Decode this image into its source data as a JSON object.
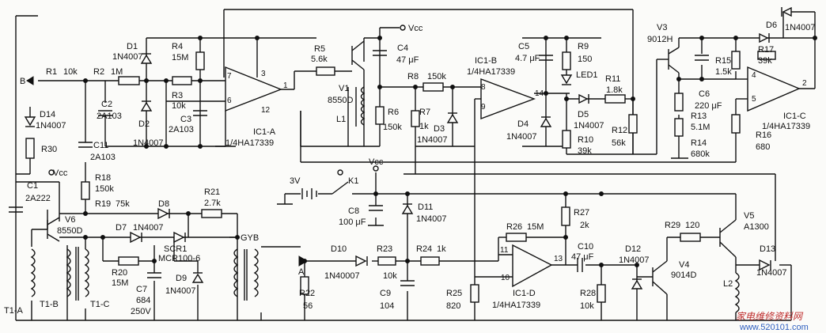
{
  "labels": {
    "B": "B",
    "R1": "R1",
    "R1v": "10k",
    "R2": "R2",
    "R2v": "1M",
    "D1": "D1",
    "D1v": "1N4007",
    "R4": "R4",
    "R4v": "15M",
    "R3": "R3",
    "R3v": "10k",
    "C2": "C2",
    "C2v": "2A103",
    "D2": "D2",
    "C3": "C3",
    "C3v": "2A103",
    "D2v": "1N4007",
    "ic1a": "IC1-A",
    "ic1av": "1/4HA17339",
    "p7": "7",
    "p6": "6",
    "p3": "3",
    "p1": "1",
    "p12": "12",
    "R5": "R5",
    "R5v": "5.6k",
    "V1": "V1",
    "V1v": "8550D",
    "L1": "L1",
    "vcc1": "Vcc",
    "C4": "C4",
    "C4v": "47 μF",
    "R6": "R6",
    "R6v": "150k",
    "R8": "R8",
    "R8v": "150k",
    "R7": "R7",
    "R7v": "1k",
    "D3": "D3",
    "D3v": "1N4007",
    "C5": "C5",
    "C5v": "4.7 μF",
    "ic1b": "IC1-B",
    "ic1bv": "1/4HA17339",
    "p8": "8",
    "p9": "9",
    "p14": "14",
    "D4": "D4",
    "D4v": "1N4007",
    "R9": "R9",
    "R9v": "150",
    "LED1": "LED1",
    "R11": "R11",
    "R11v": "1.8k",
    "D5": "D5",
    "D5v": "1N4007",
    "R10": "R10",
    "R10v": "39k",
    "R12": "R12",
    "R12v": "56k",
    "V3": "V3",
    "V3v": "9012H",
    "D6": "D6",
    "D6top": "1N4007",
    "R15": "R15",
    "R15v": "1.5k",
    "R17": "R17",
    "R17v": "39k",
    "C6": "C6",
    "C6v": "220 μF",
    "R13": "R13",
    "R13v": "5.1M",
    "R14": "R14",
    "R14v": "680k",
    "p4": "4",
    "p5": "5",
    "p2": "2",
    "R16": "R16",
    "R16v": "680",
    "ic1c": "IC1-C",
    "ic1cv": "1/4HA17339",
    "D14": "D14",
    "D14v": "1N4007",
    "R30": "R30",
    "C11": "C11",
    "C11v": "2A103",
    "vcc2": "Vcc",
    "C1": "C1",
    "C1v": "2A222",
    "R18": "R18",
    "R18v": "150k",
    "R19": "R19",
    "R19v": "75k",
    "D8": "D8",
    "R21": "R21",
    "R21v": "2.7k",
    "V6": "V6",
    "V6v": "8550D",
    "D7": "D7",
    "D7v": "1N4007",
    "SCR1": "SCR1",
    "SCR1v": "MCR100-6",
    "R20": "R20",
    "R20v": "15M",
    "C7": "C7",
    "C7v": "684",
    "C7v2": "250V",
    "D9": "D9",
    "D9v": "1N4007",
    "GYB": "GYB",
    "T1A": "T1-A",
    "T1B": "T1-B",
    "T1C": "T1-C",
    "bat": "3V",
    "K1": "K1",
    "vcc3": "Vcc",
    "C8": "C8",
    "C8v": "100 μF",
    "D11": "D11",
    "D11v": "1N4007",
    "A": "A",
    "D10": "D10",
    "D10v": "1N40007",
    "R23": "R23",
    "R23v": "10k",
    "R24": "R24",
    "R24v": "1k",
    "R22": "R22",
    "R22v": "56",
    "C9": "C9",
    "C9v": "104",
    "R26": "R26",
    "R26v": "15M",
    "R27": "R27",
    "R27v": "2k",
    "p11": "11",
    "p10": "10",
    "p13": "13",
    "C10": "C10",
    "C10v": "47 μF",
    "R25": "R25",
    "R25v": "820",
    "ic1d": "IC1-D",
    "ic1dv": "1/4HA17339",
    "R28": "R28",
    "R28v": "10k",
    "D12": "D12",
    "D12v": "1N4007",
    "R29": "R29",
    "R29v": "120",
    "V4": "V4",
    "V4v": "9014D",
    "V5": "V5",
    "V5v": "A1300",
    "D13": "D13",
    "D13v": "1N4007",
    "L2": "L2"
  },
  "watermark": {
    "cn": "家电维修资料网",
    "url": "www.520101.com"
  },
  "colors": {
    "ink": "#111111",
    "watermark": "#c03030",
    "watermark_url": "#3060c0"
  }
}
